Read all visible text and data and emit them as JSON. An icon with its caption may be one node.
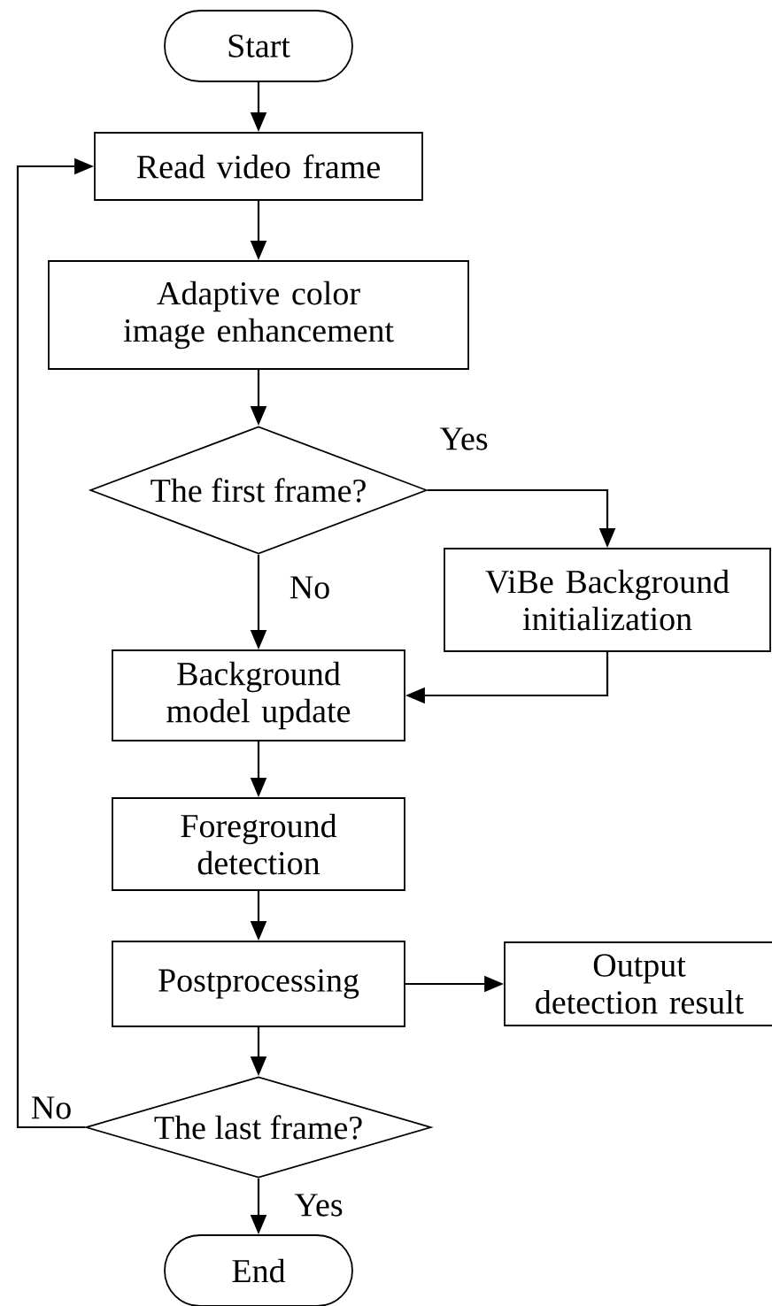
{
  "diagram": {
    "nodes": [
      {
        "text": [
          "Start"
        ]
      },
      {
        "text": [
          "Read video frame"
        ]
      },
      {
        "text": [
          "Adaptive color image enhancement"
        ]
      },
      {
        "text": [
          "The first frame?"
        ]
      },
      {
        "text": [
          "ViBe Background initialization"
        ]
      },
      {
        "text": [
          "Background model update"
        ]
      },
      {
        "text": [
          "Foreground detection"
        ]
      },
      {
        "text": [
          "Postprocessing"
        ]
      },
      {
        "text": [
          "Output detection result"
        ]
      },
      {
        "text": [
          "The last frame?"
        ]
      },
      {
        "text": [
          "End"
        ]
      }
    ],
    "edges": [
      {
        "from": 0,
        "to": 1,
        "arrow": "to"
      },
      {
        "from": 1,
        "to": 2,
        "arrow": "to"
      },
      {
        "from": 2,
        "to": 3,
        "arrow": "to"
      },
      {
        "from": 3,
        "to": 4,
        "arrow": "to",
        "label": "Yes"
      },
      {
        "from": 3,
        "to": 5,
        "arrow": "to",
        "label": "No"
      },
      {
        "from": 4,
        "to": 5,
        "arrow": "to"
      },
      {
        "from": 5,
        "to": 6,
        "arrow": "to"
      },
      {
        "from": 6,
        "to": 7,
        "arrow": "to"
      },
      {
        "from": 7,
        "to": 8,
        "arrow": "to"
      },
      {
        "from": 7,
        "to": 9,
        "arrow": "to"
      },
      {
        "from": 9,
        "to": 1,
        "arrow": "to",
        "label": "No"
      },
      {
        "from": 9,
        "to": 10,
        "arrow": "to",
        "label": "Yes"
      }
    ]
  }
}
